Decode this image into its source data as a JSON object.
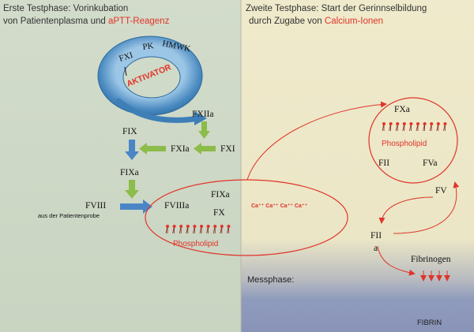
{
  "left_panel": {
    "heading_line1": "Erste Testphase: Vorinkubation",
    "heading_line2_prefix": "von Patientenplasma und ",
    "heading_line2_highlight": "aPTT-Reagenz",
    "ring_labels": [
      "FXI",
      "PK",
      "HMWK"
    ],
    "activator_label": "AKTIVATOR",
    "factors": {
      "fxiia": "FXIIa",
      "fix": "FIX",
      "fxia": "FXIa",
      "fxi": "FXI",
      "fixa": "FIXa",
      "fviii": "FVIII",
      "fviii_note": "aus der Patientenprobe"
    },
    "complex": {
      "fviiia": "FVIIIa",
      "fixa": "FIXa",
      "fx": "FX",
      "phospholipid": "Phospholipid",
      "calcium": "Ca⁺⁺ Ca⁺⁺ Ca⁺⁺ Ca⁺⁺"
    }
  },
  "right_panel": {
    "heading_line1": "Zweite Testphase: Start der Gerinnselbildung",
    "heading_line2_prefix": "durch Zugabe von ",
    "heading_line2_highlight": "Calcium-Ionen",
    "prothrombinase": {
      "fxa": "FXa",
      "phospholipid": "Phospholipid",
      "fii": "FII",
      "fva": "FVa"
    },
    "fv": "FV",
    "fiia_line1": "FII",
    "fiia_line2": "a",
    "fibrinogen": "Fibrinogen",
    "messphase": "Messphase:",
    "fibrin": "FIBRIN"
  },
  "colors": {
    "left_bg": "#cfd9c7",
    "right_bg": "#ece7c7",
    "measure_bg": "#8e9abc",
    "accent_red": "#e0342a",
    "ring_blue": "#3d7fb6",
    "arrow_green": "#8cbc4a",
    "arrow_blue": "#4a86c6"
  }
}
